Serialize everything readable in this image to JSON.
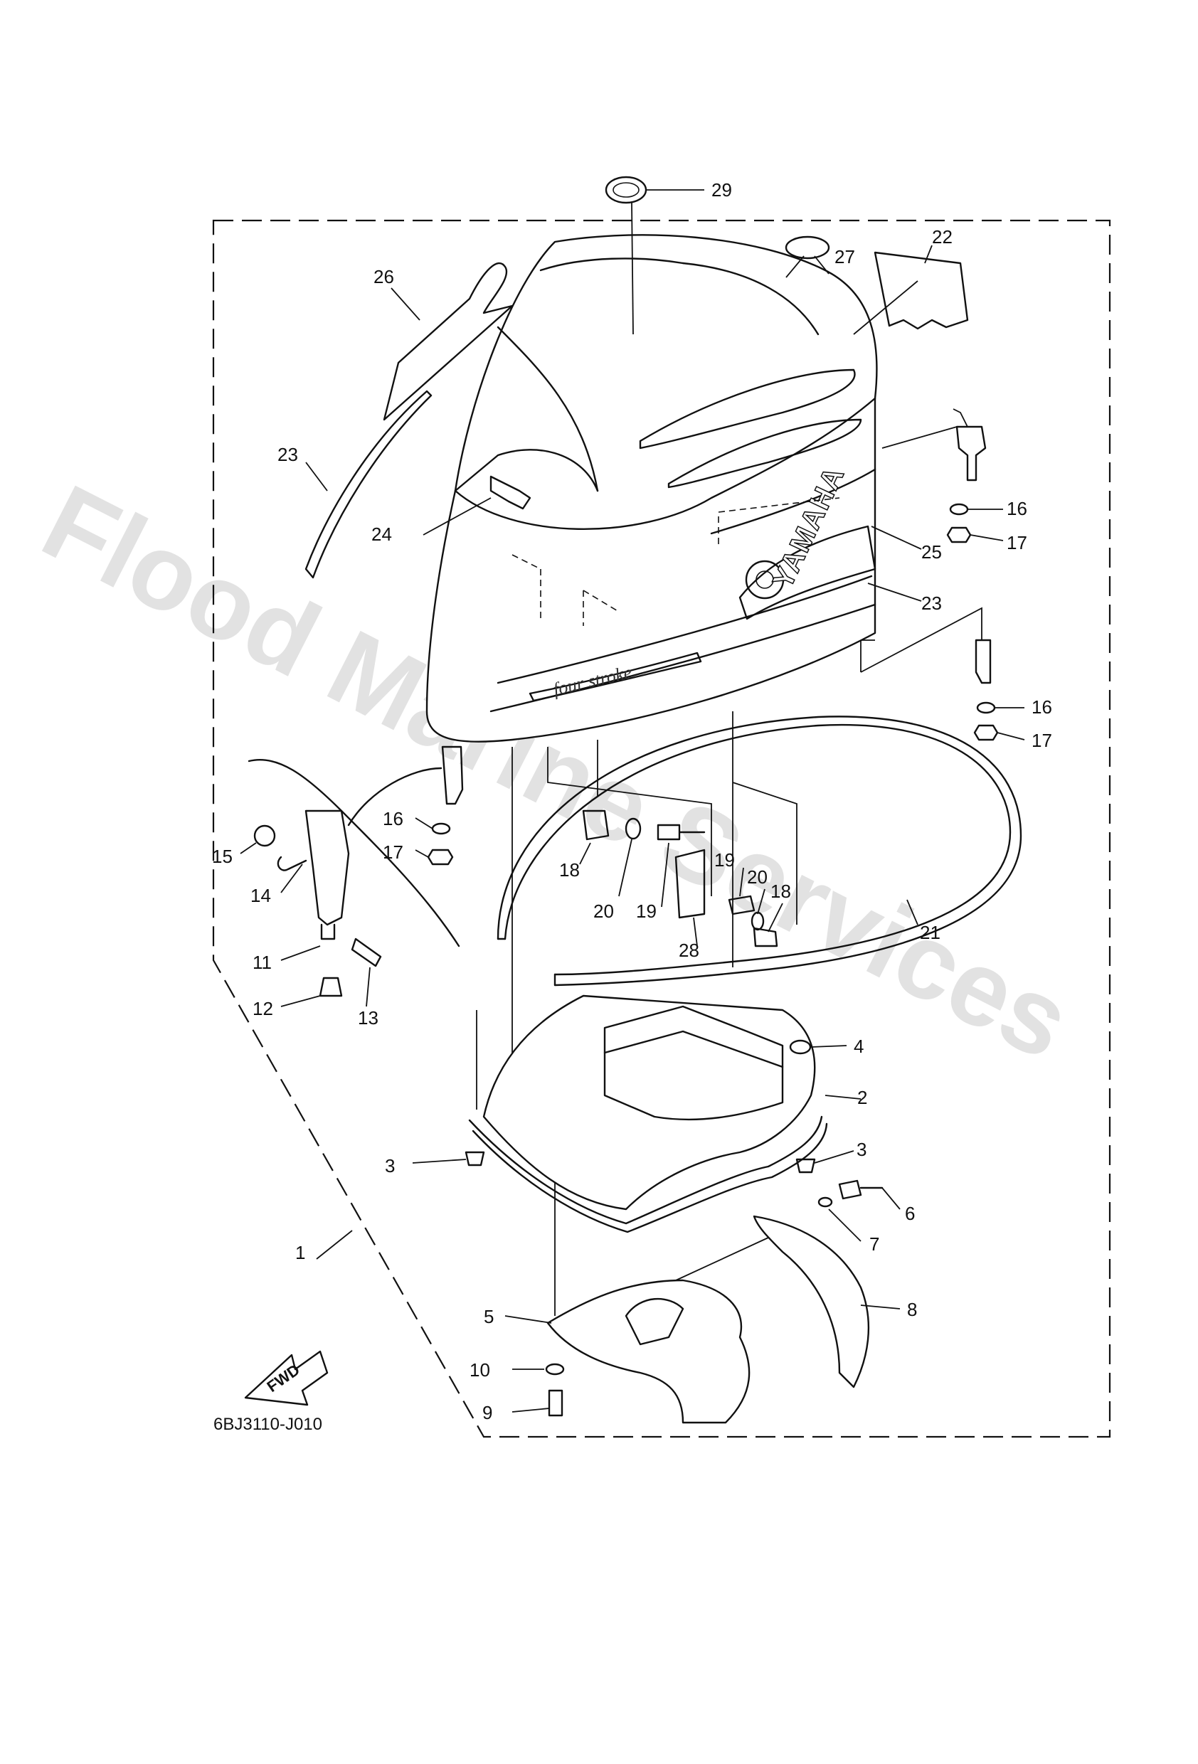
{
  "watermark": "Flood Marine Services",
  "diagram_code": "6BJ3110-J010",
  "fwd_label": "FWD",
  "cowling_brand": "YAMAHA",
  "cowling_script": "four stroke",
  "callouts": [
    {
      "id": "c29",
      "label": "29"
    },
    {
      "id": "c22",
      "label": "22"
    },
    {
      "id": "c27",
      "label": "27"
    },
    {
      "id": "c26",
      "label": "26"
    },
    {
      "id": "c23a",
      "label": "23"
    },
    {
      "id": "c24",
      "label": "24"
    },
    {
      "id": "c16a",
      "label": "16"
    },
    {
      "id": "c17a",
      "label": "17"
    },
    {
      "id": "c25",
      "label": "25"
    },
    {
      "id": "c23b",
      "label": "23"
    },
    {
      "id": "c16b",
      "label": "16"
    },
    {
      "id": "c17b",
      "label": "17"
    },
    {
      "id": "c16c",
      "label": "16"
    },
    {
      "id": "c17c",
      "label": "17"
    },
    {
      "id": "c15",
      "label": "15"
    },
    {
      "id": "c14",
      "label": "14"
    },
    {
      "id": "c11",
      "label": "11"
    },
    {
      "id": "c12",
      "label": "12"
    },
    {
      "id": "c13",
      "label": "13"
    },
    {
      "id": "c18a",
      "label": "18"
    },
    {
      "id": "c20a",
      "label": "20"
    },
    {
      "id": "c19a",
      "label": "19"
    },
    {
      "id": "c28",
      "label": "28"
    },
    {
      "id": "c19b",
      "label": "19"
    },
    {
      "id": "c20b",
      "label": "20"
    },
    {
      "id": "c18b",
      "label": "18"
    },
    {
      "id": "c21",
      "label": "21"
    },
    {
      "id": "c4",
      "label": "4"
    },
    {
      "id": "c2",
      "label": "2"
    },
    {
      "id": "c3a",
      "label": "3"
    },
    {
      "id": "c3b",
      "label": "3"
    },
    {
      "id": "c6",
      "label": "6"
    },
    {
      "id": "c7",
      "label": "7"
    },
    {
      "id": "c8",
      "label": "8"
    },
    {
      "id": "c1",
      "label": "1"
    },
    {
      "id": "c5",
      "label": "5"
    },
    {
      "id": "c10",
      "label": "10"
    },
    {
      "id": "c9",
      "label": "9"
    }
  ]
}
